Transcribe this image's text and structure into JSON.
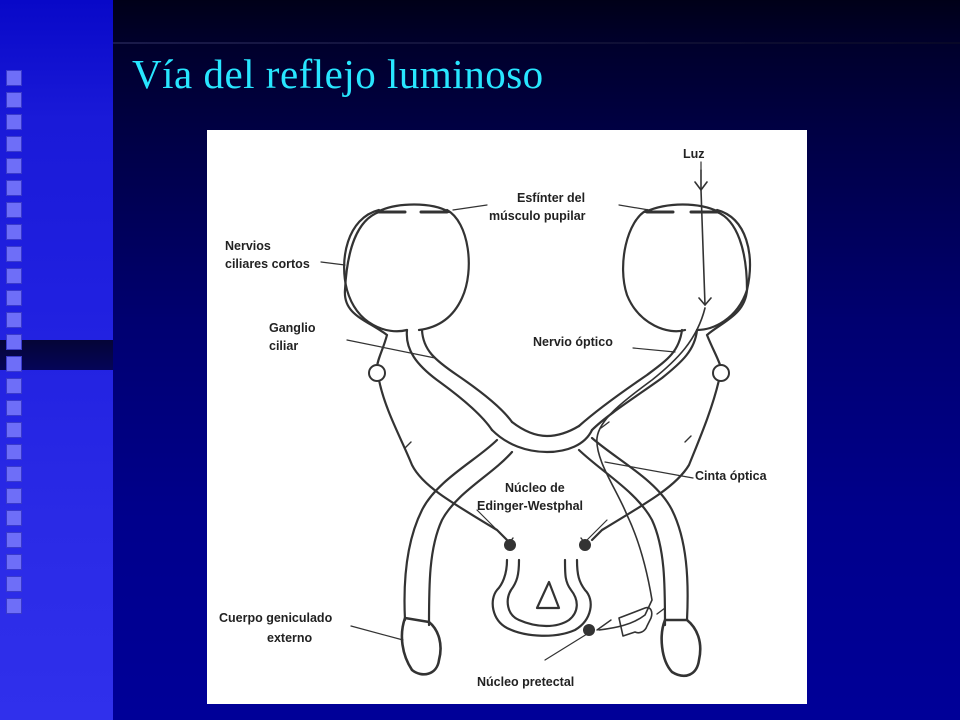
{
  "slide": {
    "title": "Vía del reflejo luminoso"
  },
  "colors": {
    "title": "#28e6ff",
    "background": "#000070",
    "left_band": "#2020e0",
    "bullet_squares": "#6e6ef8",
    "figure_background": "#ffffff",
    "figure_ink": "#222222"
  },
  "figure": {
    "labels": {
      "luz": "Luz",
      "esfinter_line1": "Esfínter del",
      "esfinter_line2": "músculo pupilar",
      "nervios_line1": "Nervios",
      "nervios_line2": "ciliares cortos",
      "ganglio_line1": "Ganglio",
      "ganglio_line2": "ciliar",
      "nervio_optico": "Nervio óptico",
      "cinta_optica": "Cinta óptica",
      "nucleo_ew_line1": "Núcleo de",
      "nucleo_ew_line2": "Edinger-Westphal",
      "cuerpo_line1": "Cuerpo geniculado",
      "cuerpo_line2": "externo",
      "nucleo_pretectal": "Núcleo pretectal"
    }
  }
}
